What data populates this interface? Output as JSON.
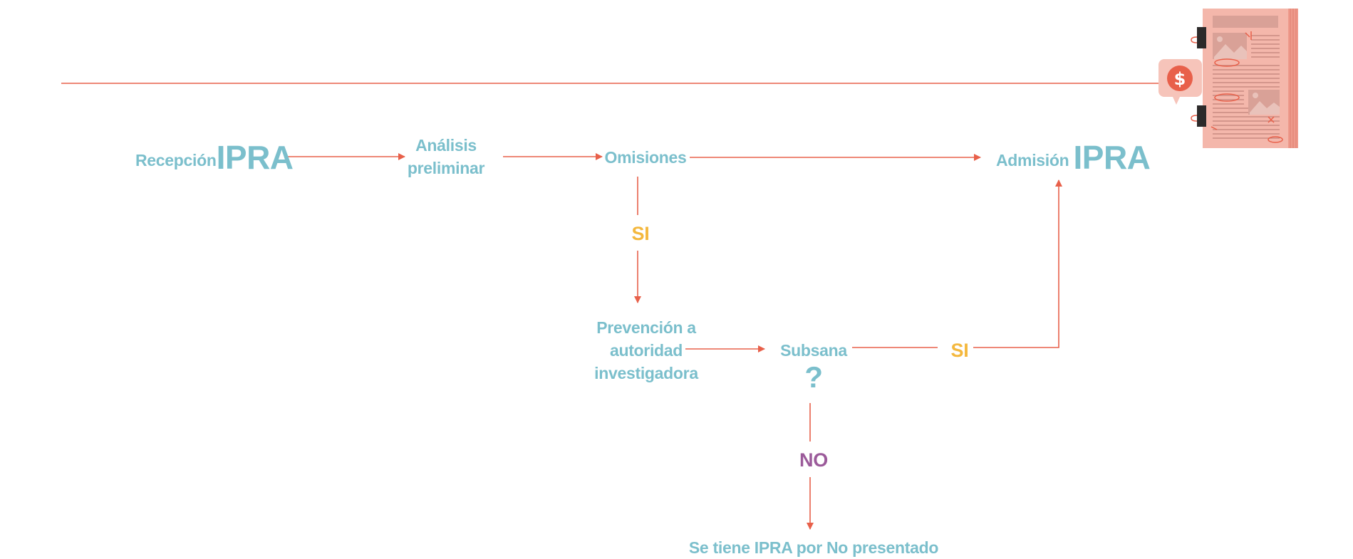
{
  "colors": {
    "arrow": "#e8604a",
    "node_text": "#7bbfcc",
    "yes": "#f4b83e",
    "no": "#9b5a9a",
    "doc_bg": "#f4b7ab",
    "badge_bg": "#f6c4ba",
    "badge_circle": "#e8604a"
  },
  "icons": {
    "document": "newspaper-document-icon",
    "money": "dollar-speech-bubble-icon"
  },
  "badge": {
    "symbol": "$"
  },
  "nodes": {
    "recepcion": {
      "label": "Recepción",
      "big": "IPRA"
    },
    "analisis": {
      "line1": "Análisis",
      "line2": "preliminar"
    },
    "omisiones": {
      "label": "Omisiones"
    },
    "admision": {
      "label": "Admisión",
      "big": "IPRA"
    },
    "prevencion": {
      "line1": "Prevención a",
      "line2": "autoridad",
      "line3": "investigadora"
    },
    "subsana": {
      "label": "Subsana",
      "mark": "?"
    },
    "no_presentado": {
      "label": "Se tiene IPRA por No presentado"
    }
  },
  "decisions": {
    "omisiones_si": "SI",
    "subsana_si": "SI",
    "subsana_no": "NO"
  }
}
